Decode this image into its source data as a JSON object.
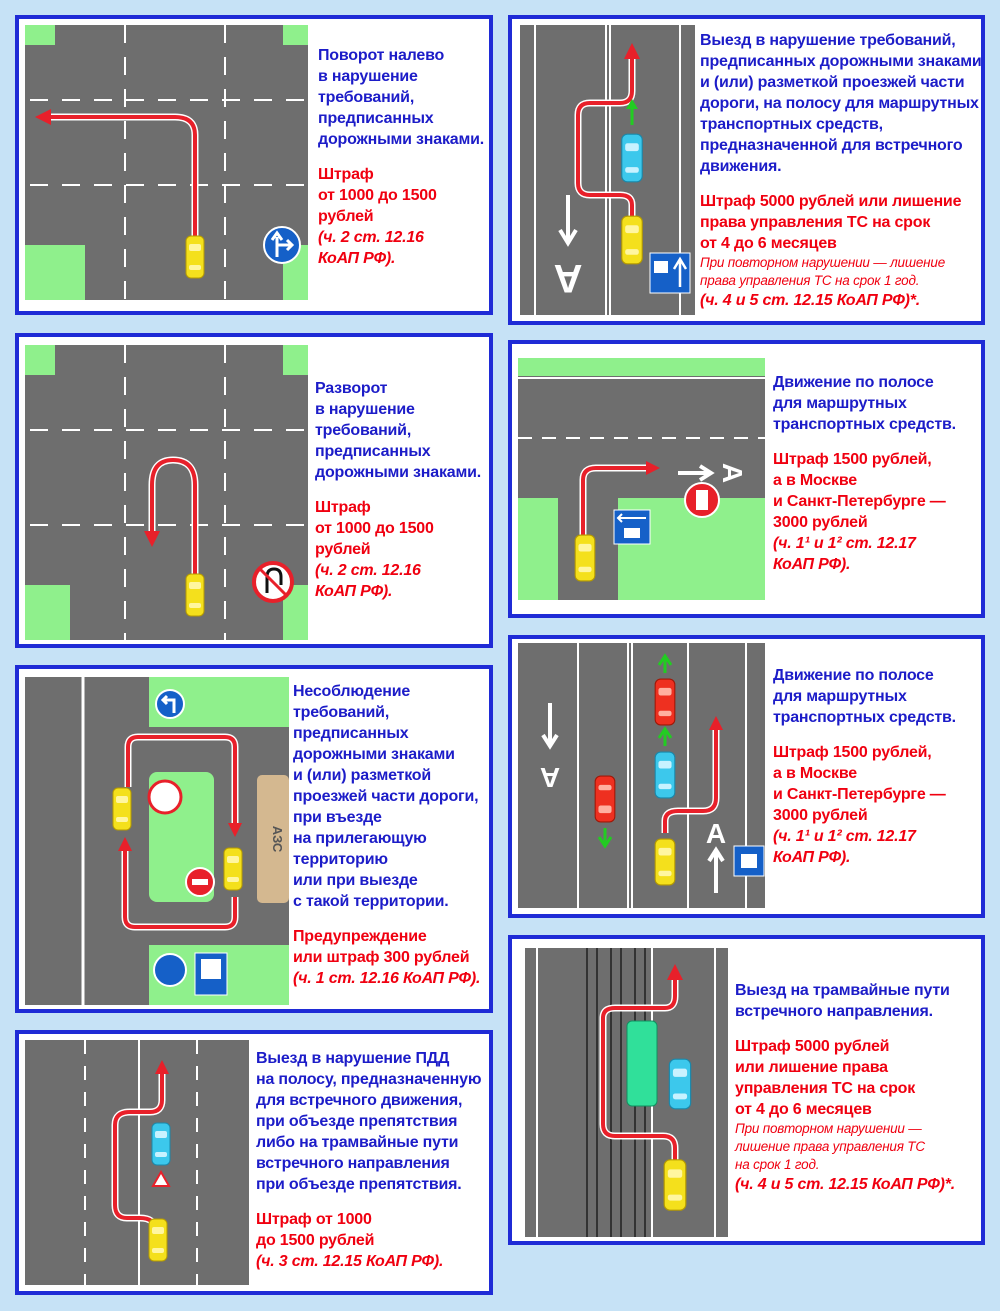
{
  "colors": {
    "background": "#c6e2f6",
    "border": "#1f2bd6",
    "title": "#1c1cc8",
    "fine": "#f00010",
    "road": "#6e6e6e",
    "grass": "#8ff08c",
    "arrow": "#e8202a",
    "car_yellow": "#f4e01c"
  },
  "diagram_labels": {
    "gas_station": "АЗС",
    "bus_lane_marking": "А"
  },
  "panels": [
    {
      "id": "left-turn",
      "title": [
        "Поворот налево",
        "в нарушение",
        "требований,",
        "предписанных",
        "дорожными знаками."
      ],
      "fine": [
        "Штраф",
        "от 1000 до 1500",
        "рублей"
      ],
      "law": [
        "(ч. 2 ст. 12.16",
        "КоАП РФ)."
      ]
    },
    {
      "id": "u-turn",
      "title": [
        "Разворот",
        "в нарушение",
        "требований,",
        "предписанных",
        "дорожными знаками."
      ],
      "fine": [
        "Штраф",
        "от 1000 до 1500",
        "рублей"
      ],
      "law": [
        "(ч. 2 ст. 12.16",
        "КоАП РФ)."
      ]
    },
    {
      "id": "adjacent-territory",
      "title": [
        "Несоблюдение",
        "требований,",
        "предписанных",
        "дорожными знаками",
        "и (или) разметкой",
        "проезжей части дороги,",
        "при въезде",
        "на прилегающую",
        "территорию",
        "или при выезде",
        "с такой территории."
      ],
      "fine": [
        "Предупреждение",
        "или штраф 300 рублей"
      ],
      "law": [
        "(ч. 1 ст. 12.16 КоАП РФ)."
      ]
    },
    {
      "id": "oncoming-obstacle",
      "title": [
        "Выезд в нарушение ПДД",
        "на полосу, предназначенную",
        "для встречного движения,",
        "при объезде препятствия",
        "либо на трамвайные пути",
        "встречного направления",
        "при объезде препятствия."
      ],
      "fine": [
        "Штраф от 1000",
        "до 1500 рублей"
      ],
      "law": [
        "(ч. 3 ст. 12.15 КоАП РФ)."
      ]
    },
    {
      "id": "oncoming-bus-lane",
      "title": [
        "Выезд в нарушение требований,",
        "предписанных дорожными знаками",
        "и (или) разметкой проезжей части",
        "дороги, на полосу для маршрутных",
        "транспортных средств,",
        "предназначенной для встречного",
        "движения."
      ],
      "fine": [
        "Штраф 5000 рублей или лишение",
        "права управления ТС на срок",
        "от 4 до 6 месяцев"
      ],
      "note": [
        "При повторном нарушении — лишение",
        "права управления ТС на срок 1 год."
      ],
      "law": [
        "(ч. 4 и 5 ст. 12.15 КоАП РФ)*."
      ]
    },
    {
      "id": "bus-lane-turn",
      "title": [
        "Движение по полосе",
        "для маршрутных",
        "транспортных средств."
      ],
      "fine": [
        "Штраф 1500 рублей,",
        "а в Москве",
        "и Санкт-Петербурге —",
        "3000 рублей"
      ],
      "law": [
        "(ч. 1¹ и 1² ст. 12.17",
        "КоАП РФ)."
      ]
    },
    {
      "id": "bus-lane-straight",
      "title": [
        "Движение по полосе",
        "для маршрутных",
        "транспортных средств."
      ],
      "fine": [
        "Штраф 1500 рублей,",
        "а в Москве",
        "и Санкт-Петербурге —",
        "3000 рублей"
      ],
      "law": [
        "(ч. 1¹ и 1² ст. 12.17",
        "КоАП РФ)."
      ]
    },
    {
      "id": "tram-tracks",
      "title": [
        "Выезд на трамвайные пути",
        "встречного направления."
      ],
      "fine": [
        "Штраф 5000 рублей",
        "или лишение права",
        "управления ТС на срок",
        "от 4 до 6 месяцев"
      ],
      "note": [
        "При повторном нарушении —",
        "лишение права управления ТС",
        "на срок 1 год."
      ],
      "law": [
        "(ч. 4 и 5 ст. 12.15 КоАП РФ)*."
      ]
    }
  ]
}
